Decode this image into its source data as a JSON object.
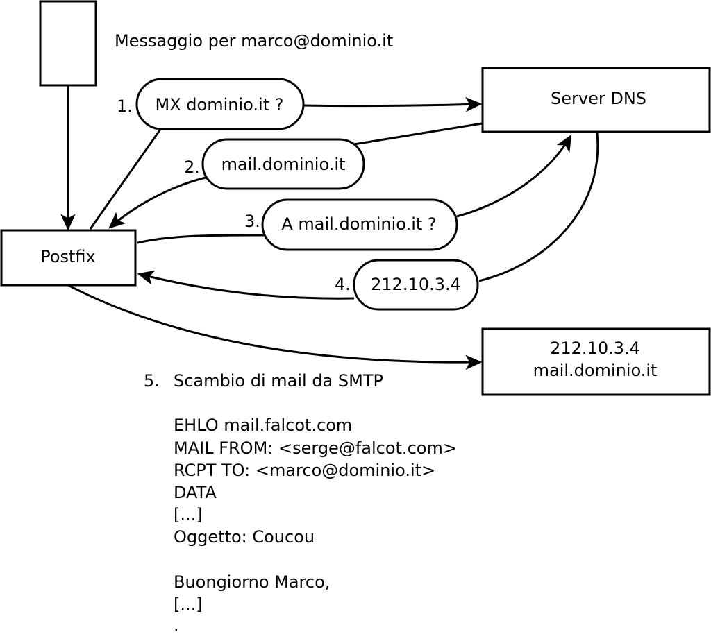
{
  "header": {
    "message_label": "Messaggio per marco@dominio.it"
  },
  "nodes": {
    "postfix": "Postfix",
    "dns_server": "Server DNS",
    "mail_server_ip": "212.10.3.4",
    "mail_server_host": "mail.dominio.it"
  },
  "steps": [
    {
      "number": "1.",
      "label": "MX dominio.it ?"
    },
    {
      "number": "2.",
      "label": "mail.dominio.it"
    },
    {
      "number": "3.",
      "label": "A mail.dominio.it ?"
    },
    {
      "number": "4.",
      "label": "212.10.3.4"
    }
  ],
  "smtp": {
    "number": "5.",
    "title": "Scambio di mail da SMTP",
    "lines": [
      "EHLO mail.falcot.com",
      "MAIL FROM: <serge@falcot.com>",
      "RCPT TO: <marco@dominio.it>",
      "DATA",
      "[...]",
      "Oggetto: Coucou",
      "",
      "Buongiorno Marco,",
      "[...]",
      "."
    ]
  }
}
